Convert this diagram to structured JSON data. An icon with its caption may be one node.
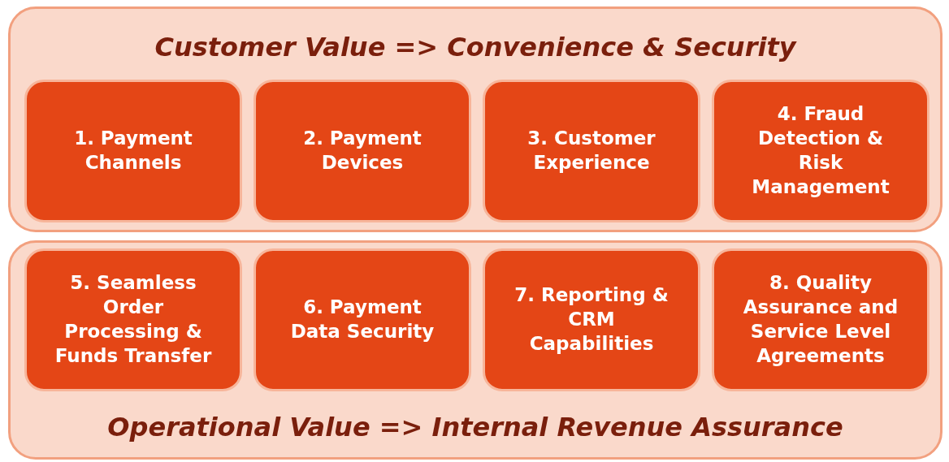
{
  "diagram": {
    "nodes": [
      {
        "text": [
          "Customer Value => Convenience & Security"
        ]
      },
      {
        "text": [
          "1. Payment Channels"
        ],
        "in": 0
      },
      {
        "text": [
          "2. Payment Devices"
        ],
        "in": 0
      },
      {
        "text": [
          "3. Customer Experience"
        ],
        "in": 0
      },
      {
        "text": [
          "4. Fraud Detection & Risk Management"
        ],
        "in": 0
      },
      {
        "text": [
          "5. Seamless Order Processing & Funds Transfer"
        ],
        "in": 9
      },
      {
        "text": [
          "6. Payment Data Security"
        ],
        "in": 9
      },
      {
        "text": [
          "7. Reporting & CRM Capabilities"
        ],
        "in": 9
      },
      {
        "text": [
          "8. Quality Assurance and Service Level Agreements"
        ],
        "in": 9
      },
      {
        "text": [
          "Operational Value => Internal Revenue Assurance"
        ]
      }
    ]
  }
}
